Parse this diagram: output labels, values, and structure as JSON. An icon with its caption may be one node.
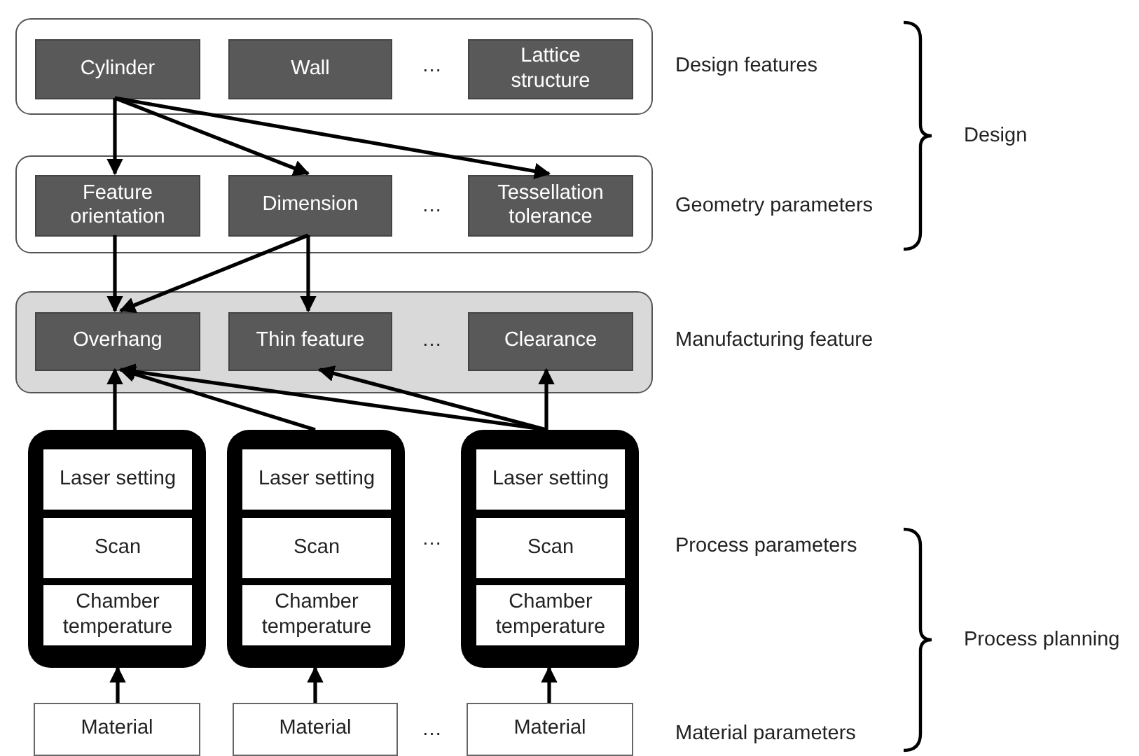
{
  "diagram": {
    "nodes": [
      {
        "text": [],
        "shape": "box",
        "beside": [
          "Design features"
        ]
      },
      {
        "text": [
          "Cylinder"
        ],
        "in": 0
      },
      {
        "text": [
          "Wall"
        ],
        "in": 0
      },
      {
        "text": [
          "Lattice structure"
        ],
        "in": 0
      },
      {
        "text": [],
        "shape": "box",
        "beside": [
          "Geometry parameters"
        ]
      },
      {
        "text": [
          "Feature orientation"
        ],
        "in": 4
      },
      {
        "text": [
          "Dimension"
        ],
        "in": 4
      },
      {
        "text": [
          "Tessellation tolerance"
        ],
        "in": 4
      },
      {
        "text": [],
        "shape": "box",
        "beside": [
          "Manufacturing feature"
        ]
      },
      {
        "text": [
          "Overhang"
        ],
        "in": 8
      },
      {
        "text": [
          "Thin feature"
        ],
        "in": 8
      },
      {
        "text": [
          "Clearance"
        ],
        "in": 8
      },
      {
        "text": [],
        "shape": "box"
      },
      {
        "text": [
          "Laser setting"
        ],
        "in": 12
      },
      {
        "text": [
          "Scan"
        ],
        "in": 12
      },
      {
        "text": [
          "Chamber temperature"
        ],
        "in": 12
      },
      {
        "text": [],
        "shape": "box"
      },
      {
        "text": [
          "Laser setting"
        ],
        "in": 16
      },
      {
        "text": [
          "Scan"
        ],
        "in": 16
      },
      {
        "text": [
          "Chamber temperature"
        ],
        "in": 16
      },
      {
        "text": [],
        "shape": "box"
      },
      {
        "text": [
          "Laser setting"
        ],
        "in": 20
      },
      {
        "text": [
          "Scan"
        ],
        "in": 20
      },
      {
        "text": [
          "Chamber temperature"
        ],
        "in": 20
      },
      {
        "text": [
          "Material"
        ]
      },
      {
        "text": [
          "Material"
        ]
      },
      {
        "text": [
          "Material"
        ]
      }
    ],
    "edges": [
      {
        "from": 1,
        "to": 5,
        "arrow": "to"
      },
      {
        "from": 1,
        "to": 6,
        "arrow": "to"
      },
      {
        "from": 1,
        "to": 7,
        "arrow": "to"
      },
      {
        "from": 5,
        "to": 9,
        "arrow": "to"
      },
      {
        "from": 6,
        "to": 9,
        "arrow": "to"
      },
      {
        "from": 6,
        "to": 10,
        "arrow": "to"
      },
      {
        "from": 12,
        "to": 9,
        "arrow": "to"
      },
      {
        "from": 16,
        "to": 9,
        "arrow": "to"
      },
      {
        "from": 20,
        "to": 9,
        "arrow": "to"
      },
      {
        "from": 20,
        "to": 10,
        "arrow": "to"
      },
      {
        "from": 20,
        "to": 11,
        "arrow": "to"
      },
      {
        "from": 24,
        "to": 12,
        "arrow": "to"
      },
      {
        "from": 25,
        "to": 16,
        "arrow": "to"
      },
      {
        "from": 26,
        "to": 20,
        "arrow": "to"
      }
    ],
    "labels": [
      "…",
      "Design",
      "…",
      "…",
      "…",
      "Process parameters",
      "Process planning",
      "…",
      "Material parameters"
    ]
  }
}
